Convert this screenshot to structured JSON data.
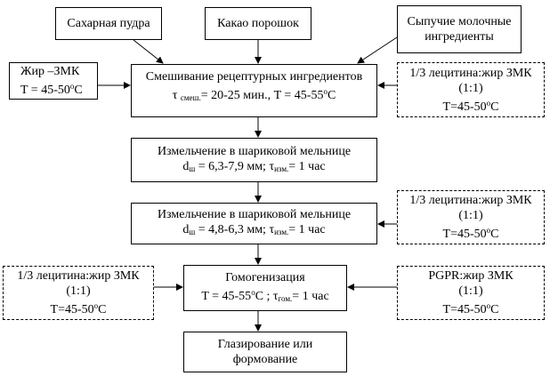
{
  "inputs_top": {
    "sugar": "Сахарная пудра",
    "cocoa": "Какао порошок",
    "milk_line1": "Сыпучие молочные",
    "milk_line2": "ингредиенты"
  },
  "fat": {
    "line1": "Жир –ЗМК",
    "line2": "T = 45-50",
    "unit": "C",
    "deg": "o"
  },
  "mixing": {
    "title": "Смешивание рецептурных ингредиентов",
    "tau": "τ ",
    "tau_sub": "смеш.",
    "params": "= 20-25 мин., T = 45-55",
    "deg": "o",
    "unit": "C"
  },
  "grind1": {
    "title": "Измельчение в шариковой мельнице",
    "d": "d",
    "d_sub": "ш",
    "params": " = 6,3-7,9 мм; τ",
    "tau_sub": "изм.",
    "time": "= 1 час"
  },
  "grind2": {
    "title": "Измельчение в шариковой мельнице",
    "d": "d",
    "d_sub": "ш",
    "params": " = 4,8-6,3 мм; τ",
    "tau_sub": "изм.",
    "time": "= 1 час"
  },
  "lecithin": {
    "line1": "1/3 лецитина:жир ЗМК",
    "line2": "(1:1)",
    "line3": "T=45-50",
    "deg": "o",
    "unit": "C"
  },
  "homog": {
    "title": "Гомогенизация",
    "params": "T = 45-55",
    "deg": "o",
    "unit": "C ; τ",
    "tau_sub": "гом.",
    "time": "= 1 час"
  },
  "pgpr": {
    "line1": "PGPR:жир ЗМК",
    "line2": "(1:1)",
    "line3": "T=45-50",
    "deg": "o",
    "unit": "C"
  },
  "final": {
    "line1": "Глазирование или",
    "line2": "формование"
  }
}
